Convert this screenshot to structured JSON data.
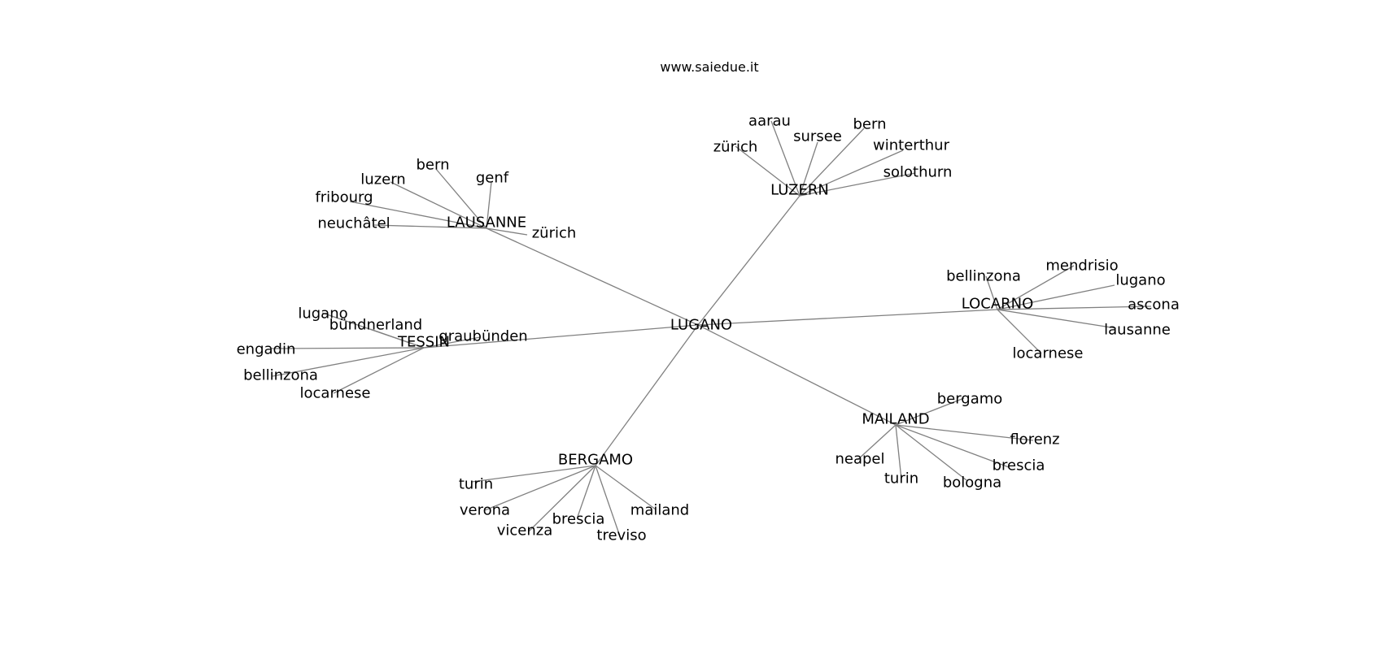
{
  "title": "www.saiedue.it",
  "colors": {
    "edge": "#808080",
    "text": "#000000",
    "background": "#ffffff"
  },
  "root": "LUGANO",
  "hubs": [
    {
      "id": "luzern",
      "label": "LUZERN",
      "children": [
        "aarau",
        "sursee",
        "bern",
        "zürich",
        "winterthur",
        "solothurn"
      ]
    },
    {
      "id": "lausanne",
      "label": "LAUSANNE",
      "children": [
        "bern",
        "genf",
        "luzern",
        "fribourg",
        "neuchâtel",
        "zürich"
      ]
    },
    {
      "id": "locarno",
      "label": "LOCARNO",
      "children": [
        "bellinzona",
        "mendrisio",
        "lugano",
        "ascona",
        "lausanne",
        "locarnese"
      ]
    },
    {
      "id": "tessin",
      "label": "TESSIN",
      "children": [
        "lugano",
        "bündnerland",
        "graubünden",
        "engadin",
        "bellinzona",
        "locarnese"
      ]
    },
    {
      "id": "mailand",
      "label": "MAILAND",
      "children": [
        "bergamo",
        "florenz",
        "neapel",
        "brescia",
        "turin",
        "bologna"
      ]
    },
    {
      "id": "bergamo",
      "label": "BERGAMO",
      "children": [
        "turin",
        "verona",
        "vicenza",
        "brescia",
        "treviso",
        "mailand"
      ]
    }
  ]
}
